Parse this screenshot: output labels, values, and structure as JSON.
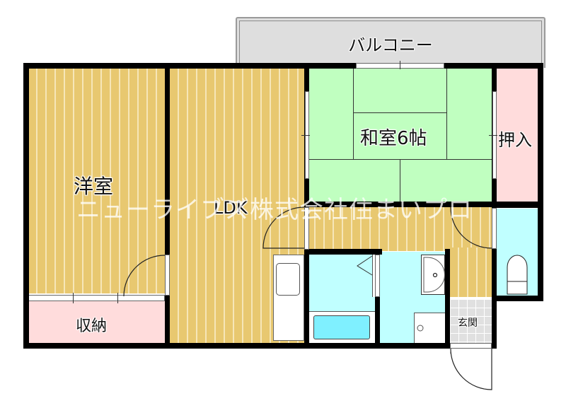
{
  "floorplan": {
    "rooms": {
      "balcony": {
        "label": "バルコニー",
        "color": "#dedede"
      },
      "western_room": {
        "label": "洋室",
        "color": "#e8c870"
      },
      "storage": {
        "label": "収納",
        "color": "#ffdcdc"
      },
      "ldk": {
        "label": "LDK",
        "color": "#e8c870"
      },
      "japanese_room": {
        "label": "和室6帖",
        "color": "#c0ffc0"
      },
      "closet": {
        "label": "押入",
        "color": "#ffdcdc"
      },
      "entrance": {
        "label": "玄関",
        "color": "#e0e0e0"
      },
      "bathroom": {
        "label": "",
        "color": "#c0ffff"
      },
      "washroom": {
        "label": "",
        "color": "#c0ffff"
      },
      "toilet": {
        "label": "",
        "color": "#c0ffff"
      }
    },
    "watermark": "ニューライブズ株式会社住まいプロ",
    "fixtures": [
      "bathtub",
      "sink",
      "washing-machine-pan",
      "toilet",
      "kitchen-counter"
    ]
  }
}
